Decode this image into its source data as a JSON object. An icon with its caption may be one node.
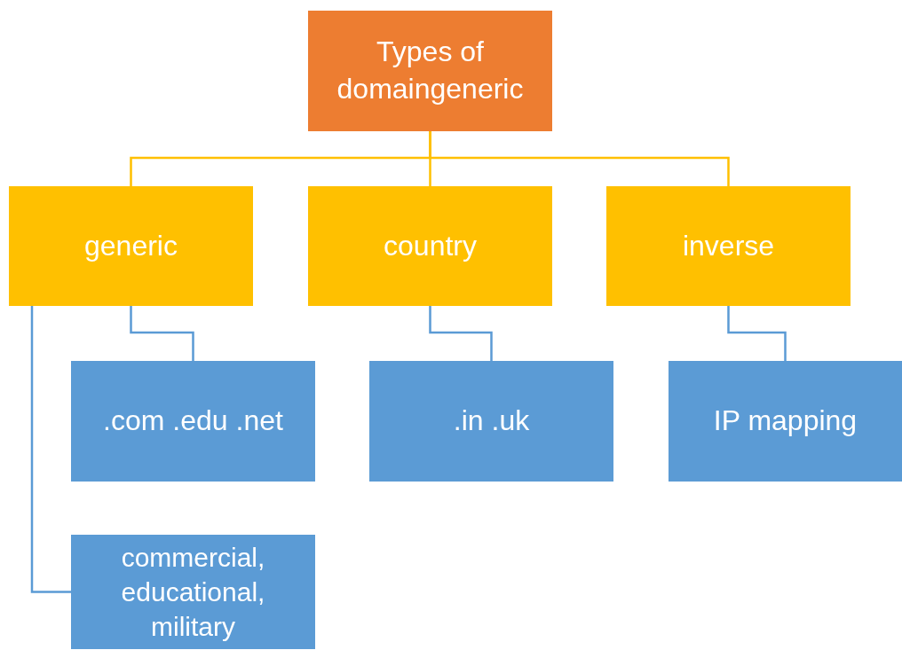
{
  "diagram": {
    "nodes": [
      {
        "text": [
          "Types of domaingeneric"
        ]
      },
      {
        "text": [
          "generic"
        ]
      },
      {
        "text": [
          "country"
        ]
      },
      {
        "text": [
          "inverse"
        ]
      },
      {
        "text": [
          ".com .edu .net"
        ]
      },
      {
        "text": [
          "commercial, educational, military"
        ]
      },
      {
        "text": [
          ".in .uk"
        ]
      },
      {
        "text": [
          "IP mapping"
        ]
      }
    ],
    "edges": [
      {
        "from": 0,
        "to": 1,
        "arrow": "none",
        "color": "#ffc000"
      },
      {
        "from": 0,
        "to": 2,
        "arrow": "none",
        "color": "#ffc000"
      },
      {
        "from": 0,
        "to": 3,
        "arrow": "none",
        "color": "#ffc000"
      },
      {
        "from": 1,
        "to": 4,
        "arrow": "none"
      },
      {
        "from": 1,
        "to": 5,
        "arrow": "none"
      },
      {
        "from": 2,
        "to": 6,
        "arrow": "none"
      },
      {
        "from": 3,
        "to": 7,
        "arrow": "none"
      }
    ]
  }
}
